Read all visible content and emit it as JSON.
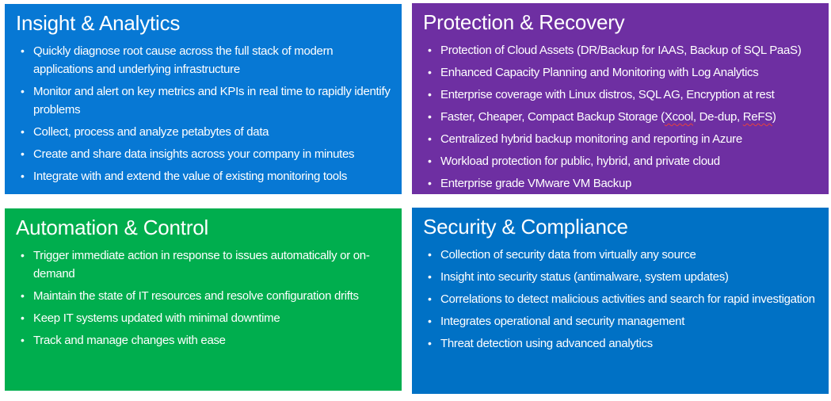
{
  "page": {
    "background": "#ffffff",
    "text_color": "#ffffff",
    "squiggle_color": "#e8413c"
  },
  "panels": [
    {
      "id": "insight-analytics",
      "title": "Insight & Analytics",
      "color": "#0778d4",
      "bullets": [
        [
          {
            "text": "Quickly diagnose root cause across the full stack of modern applications and underlying infrastructure"
          }
        ],
        [
          {
            "text": "Monitor and alert on key metrics and KPIs in real time to rapidly identify problems"
          }
        ],
        [
          {
            "text": "Collect, process and analyze petabytes of data"
          }
        ],
        [
          {
            "text": "Create and share data insights across your company in minutes"
          }
        ],
        [
          {
            "text": "Integrate with and extend the value of existing monitoring tools"
          }
        ]
      ]
    },
    {
      "id": "protection-recovery",
      "title": "Protection & Recovery",
      "color": "#6e2fa2",
      "bullets": [
        [
          {
            "text": "Protection of Cloud Assets (DR/Backup for IAAS, Backup of SQL PaaS)"
          }
        ],
        [
          {
            "text": "Enhanced Capacity Planning and Monitoring with Log Analytics"
          }
        ],
        [
          {
            "text": "Enterprise coverage with Linux distros, SQL AG, Encryption at rest"
          }
        ],
        [
          {
            "text": "Faster, Cheaper, Compact Backup Storage ("
          },
          {
            "text": "Xcool",
            "squiggly": true
          },
          {
            "text": ", De-dup, "
          },
          {
            "text": "ReFS",
            "squiggly": true
          },
          {
            "text": ")"
          }
        ],
        [
          {
            "text": "Centralized hybrid backup monitoring and reporting in Azure"
          }
        ],
        [
          {
            "text": "Workload protection for public, hybrid, and private cloud"
          }
        ],
        [
          {
            "text": "Enterprise grade VMware VM Backup"
          }
        ]
      ]
    },
    {
      "id": "automation-control",
      "title": "Automation & Control",
      "color": "#00ae4e",
      "bullets": [
        [
          {
            "text": "Trigger immediate action in response to issues automatically or on-demand"
          }
        ],
        [
          {
            "text": "Maintain the state of IT resources and resolve configuration drifts"
          }
        ],
        [
          {
            "text": "Keep IT systems updated with minimal downtime"
          }
        ],
        [
          {
            "text": "Track and manage changes with ease"
          }
        ]
      ]
    },
    {
      "id": "security-compliance",
      "title": "Security & Compliance",
      "color": "#0071c5",
      "bullets": [
        [
          {
            "text": "Collection of security data from virtually any source"
          }
        ],
        [
          {
            "text": "Insight into security status (antimalware, system updates)"
          }
        ],
        [
          {
            "text": "Correlations to detect malicious activities and search for rapid investigation"
          }
        ],
        [
          {
            "text": "Integrates operational and security management"
          }
        ],
        [
          {
            "text": "Threat detection using advanced analytics"
          }
        ]
      ]
    }
  ]
}
